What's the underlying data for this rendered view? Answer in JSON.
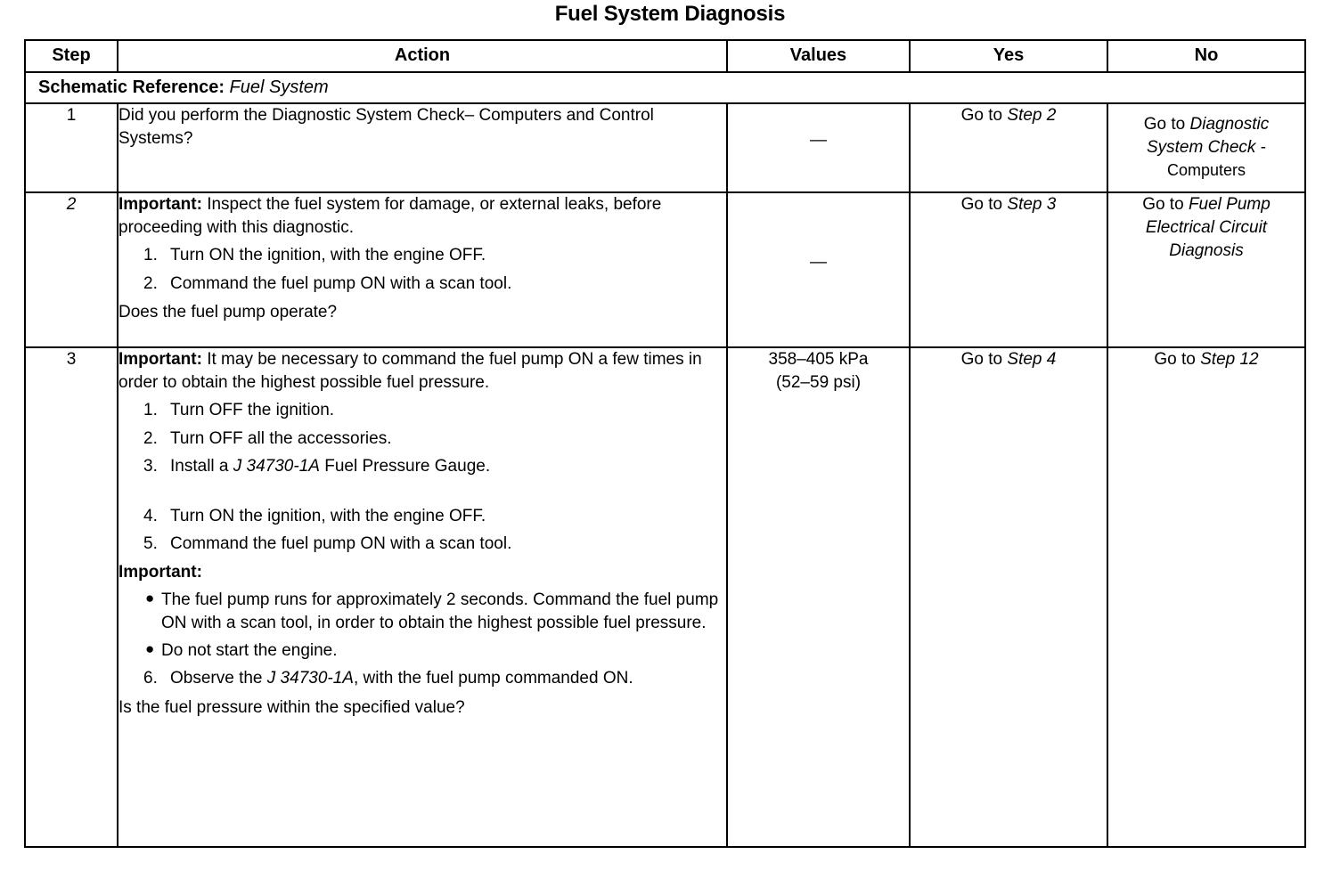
{
  "document": {
    "title": "Fuel System Diagnosis"
  },
  "table": {
    "headers": {
      "step": "Step",
      "action": "Action",
      "values": "Values",
      "yes": "Yes",
      "no": "No"
    },
    "schematic": {
      "label": "Schematic Reference:",
      "value": "Fuel System"
    },
    "rows": [
      {
        "step": "1",
        "step_italic": false,
        "action": {
          "intro": "Did you perform the Diagnostic System Check– Computers and Control Systems?"
        },
        "values": "—",
        "yes": "Go to Step 2",
        "yes_plain": "Go to ",
        "yes_italic": "Step 2",
        "no_line1_plain": "Go to ",
        "no_line1_italic": "Diagnostic",
        "no_line2_italic": "System Check",
        "no_line2_plain": " -",
        "no_line3_plain": "Computers"
      },
      {
        "step": "2",
        "step_italic": true,
        "action": {
          "important_label": "Important:",
          "important_text": " Inspect the fuel system for damage, or external leaks, before proceeding with this diagnostic.",
          "numbered": [
            {
              "num": "1.",
              "text": "Turn ON the ignition, with the engine OFF."
            },
            {
              "num": "2.",
              "text": "Command the fuel pump ON with a scan tool."
            }
          ],
          "question": "Does the fuel pump operate?"
        },
        "values": "—",
        "yes_plain": "Go to ",
        "yes_italic": "Step 3",
        "no_line1_plain": "Go to ",
        "no_line1_italic": "Fuel Pump",
        "no_line2_italic": "Electrical Circuit",
        "no_line3_italic": "Diagnosis"
      },
      {
        "step": "3",
        "step_italic": false,
        "action": {
          "important_label": "Important:",
          "important_text": " It may be necessary to command the fuel pump ON a few times in order to obtain the highest possible fuel pressure.",
          "numbered_a": [
            {
              "num": "1.",
              "text": "Turn OFF the ignition."
            },
            {
              "num": "2.",
              "text": "Turn OFF all the accessories."
            },
            {
              "num": "3.",
              "text_before": "Install a ",
              "text_italic": "J 34730-1A",
              "text_after": " Fuel Pressure Gauge."
            }
          ],
          "numbered_b": [
            {
              "num": "4.",
              "text": "Turn ON the ignition, with the engine OFF."
            },
            {
              "num": "5.",
              "text": "Command the fuel pump ON with a scan tool."
            }
          ],
          "important_label2": "Important:",
          "bullets": [
            {
              "text": "The fuel pump runs for approximately 2 seconds. Command the fuel pump ON with a scan tool, in order to obtain the highest possible fuel pressure."
            },
            {
              "text": "Do not start the engine."
            }
          ],
          "numbered_c": [
            {
              "num": "6.",
              "text_before": "Observe the ",
              "text_italic": "J 34730-1A",
              "text_after": ", with the fuel pump commanded ON."
            }
          ],
          "question": "Is the fuel pressure within the specified value?"
        },
        "values_line1": "358–405 kPa",
        "values_line2": "(52–59 psi)",
        "yes_plain": "Go to ",
        "yes_italic": "Step 4",
        "no_line1_plain": "Go to ",
        "no_line1_italic": "Step 12"
      }
    ]
  }
}
